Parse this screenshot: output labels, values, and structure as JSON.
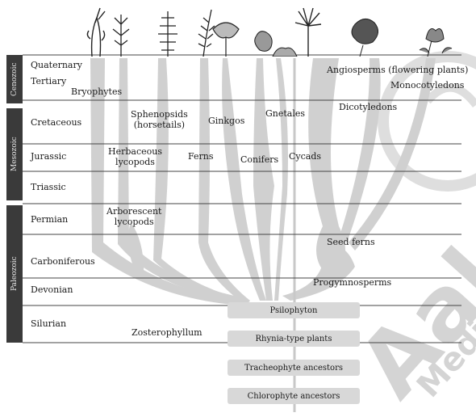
{
  "eras": [
    {
      "name": "Cenozoic"
    },
    {
      "name": "Mesozoic"
    },
    {
      "name": "Paleozoic"
    }
  ],
  "periods": [
    "Quaternary",
    "Tertiary",
    "Cretaceous",
    "Jurassic",
    "Triassic",
    "Permian",
    "Carboniferous",
    "Devonian",
    "Silurian"
  ],
  "groups": {
    "bryophytes": "Bryophytes",
    "sphenopsids": "Sphenopsids\n(horsetails)",
    "ginkgos": "Ginkgos",
    "gnetales": "Gnetales",
    "angiosperms": "Angiosperms (flowering plants)",
    "monocots": "Monocotyledons",
    "dicots": "Dicotyledons",
    "herb_lycopods": "Herbaceous\nlycopods",
    "ferns": "Ferns",
    "conifers": "Conifers",
    "cycads": "Cycads",
    "arb_lycopods": "Arborescent\nlycopods",
    "seed_ferns": "Seed ferns",
    "progymnosperms": "Progymnosperms",
    "zosterophyllum": "Zosterophyllum"
  },
  "ancestors": [
    "Psilophyton",
    "Rhynia-type plants",
    "Tracheophyte ancestors",
    "Chlorophyte ancestors"
  ],
  "watermark": {
    "big": "Aal",
    "small": "Medi"
  }
}
